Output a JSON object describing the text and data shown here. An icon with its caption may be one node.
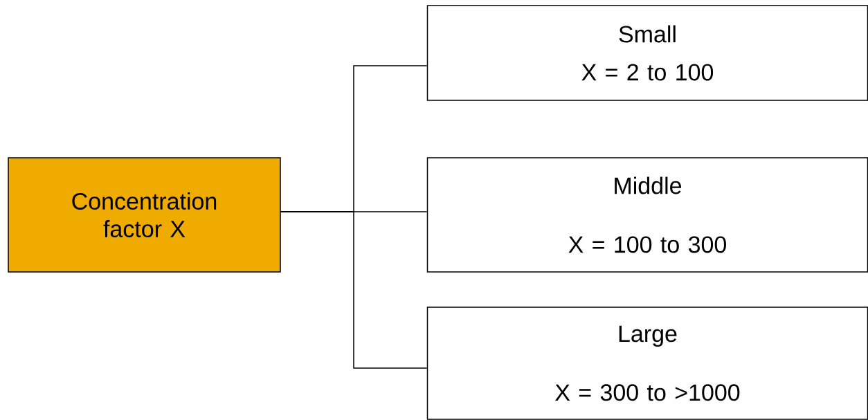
{
  "diagram": {
    "nodes": [
      {
        "text": [
          "Concentration factor X"
        ]
      },
      {
        "text": [
          "Small",
          "X = 2 to 100"
        ]
      },
      {
        "text": [
          "Middle",
          "X = 100 to 300"
        ]
      },
      {
        "text": [
          "Large",
          "X = 300 to >1000"
        ]
      }
    ],
    "edges": [
      {
        "from": 0,
        "to": 1,
        "arrow": "none"
      },
      {
        "from": 0,
        "to": 2,
        "arrow": "none"
      },
      {
        "from": 0,
        "to": 3,
        "arrow": "none"
      }
    ]
  }
}
